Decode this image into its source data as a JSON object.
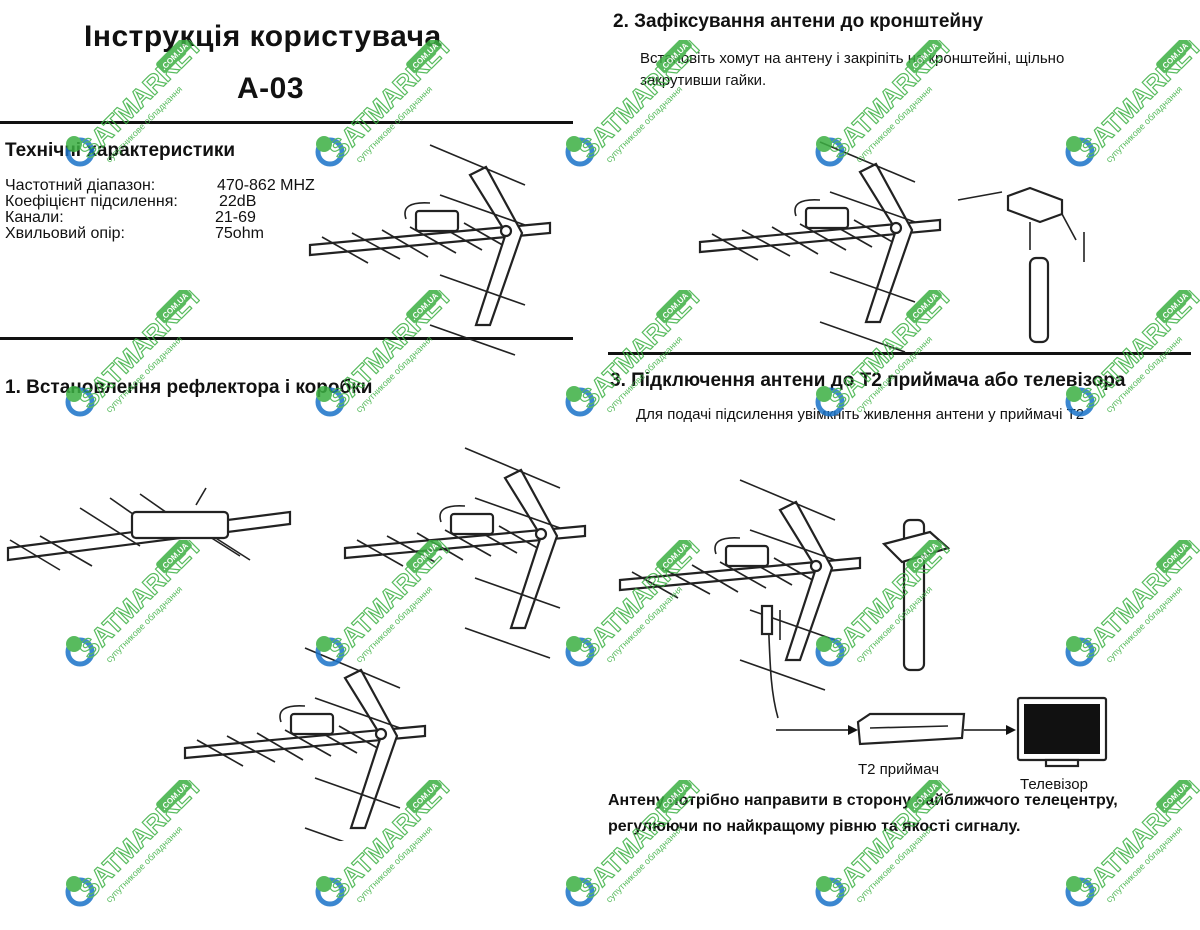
{
  "doc": {
    "title": "Інструкція користувача",
    "model": "A-03"
  },
  "specs": {
    "heading": "Технічні характеристики",
    "rows": [
      {
        "label": "Частотний діапазон:",
        "value": "470-862 MHZ"
      },
      {
        "label": "Коефіцієнт підсилення:",
        "value": "22dB"
      },
      {
        "label": "Канали:",
        "value": "21-69"
      },
      {
        "label": "Хвильовий опір:",
        "value": "75ohm"
      }
    ]
  },
  "step1": {
    "heading": "1. Встановлення рефлектора і коробки"
  },
  "step2": {
    "heading": "2. Зафіксування антени до кронштейну",
    "text_line1": "Встановіть хомут на антену і закріпіть на кронштейні, щільно",
    "text_line2": "закрутивши гайки."
  },
  "step3": {
    "heading": "3. Підключення антени до Т2 приймача або телевізора",
    "text": "Для подачі підсилення увімкніть живлення антени у приймачі Т2",
    "receiver_label": "Т2 приймач",
    "tv_label": "Телевізор",
    "footer_line1": "Антену потрібно направити в сторону найближчого телецентру,",
    "footer_line2": "регулюючи  по найкращому рівню та якості сигналу."
  },
  "watermark": {
    "brand": "SATMARKET",
    "domain": ".COM.UA",
    "tagline": "супутникове обладнання",
    "color": "#3cb043",
    "accent": "#1a73c8"
  }
}
